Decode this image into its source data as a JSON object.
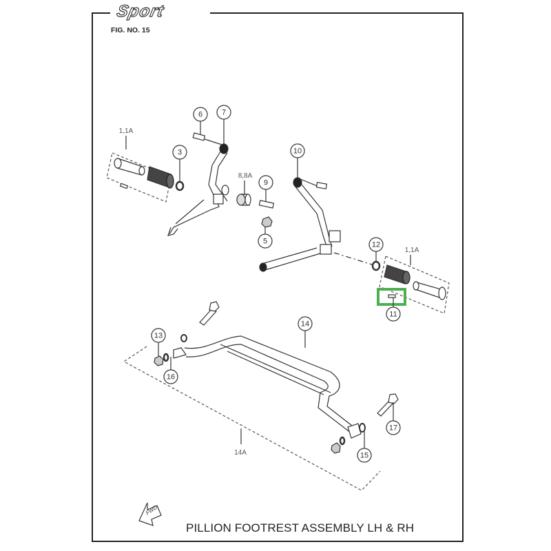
{
  "header": {
    "brand_logo": "Sport",
    "figure_number": "FIG. NO. 15"
  },
  "footer": {
    "title": "PILLION FOOTREST ASSEMBLY LH & RH",
    "direction_indicator": "FWD"
  },
  "callouts": [
    {
      "id": "c3",
      "label": "3"
    },
    {
      "id": "c5",
      "label": "5"
    },
    {
      "id": "c6",
      "label": "6"
    },
    {
      "id": "c7",
      "label": "7"
    },
    {
      "id": "c9",
      "label": "9"
    },
    {
      "id": "c10",
      "label": "10"
    },
    {
      "id": "c11",
      "label": "11"
    },
    {
      "id": "c12",
      "label": "12"
    },
    {
      "id": "c13",
      "label": "13"
    },
    {
      "id": "c14",
      "label": "14"
    },
    {
      "id": "c15",
      "label": "15"
    },
    {
      "id": "c16",
      "label": "16"
    },
    {
      "id": "c17",
      "label": "17"
    }
  ],
  "labels": {
    "group_left": "1,1A",
    "group_right": "1,1A",
    "part_8": "8,8A",
    "part_14a": "14A"
  },
  "highlight": {
    "target_part": "11",
    "color": "#4caf50"
  }
}
